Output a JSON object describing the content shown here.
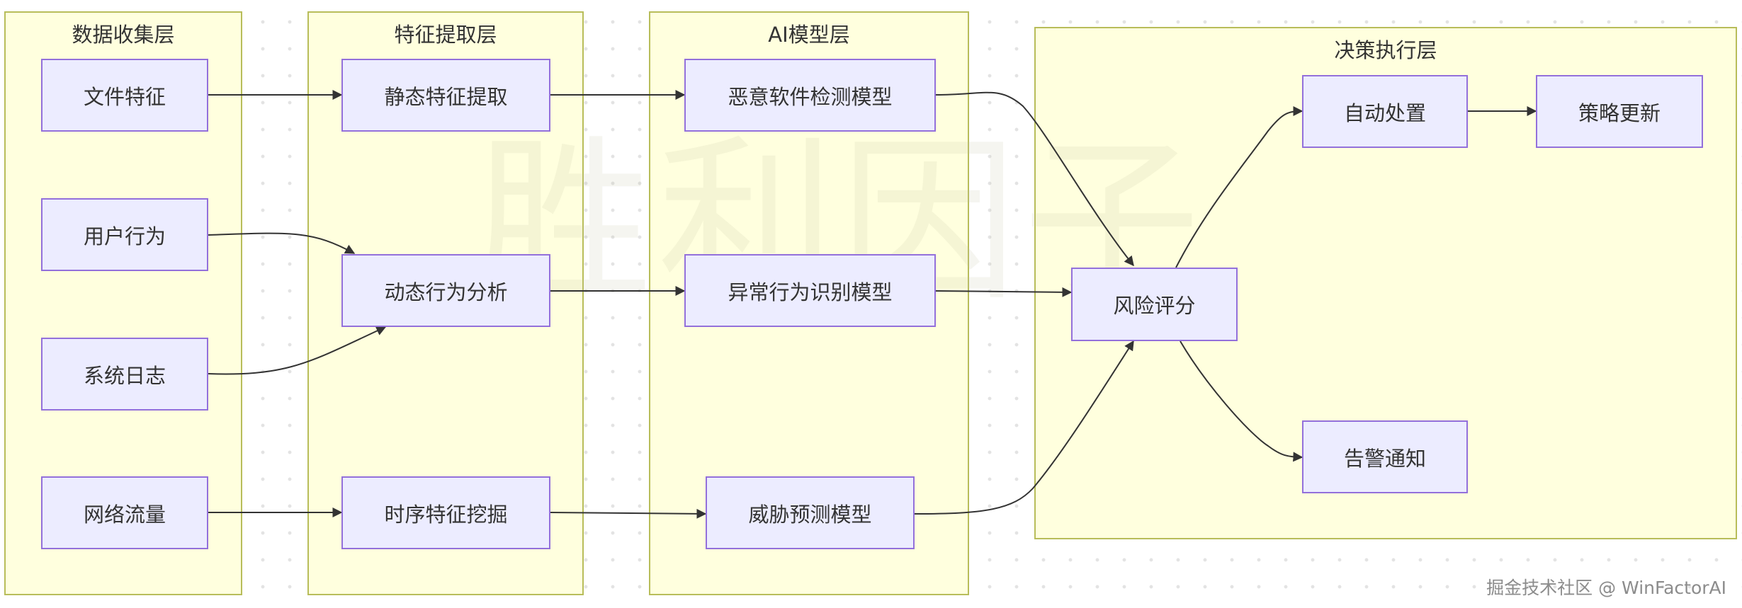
{
  "groups": {
    "data_collection": {
      "title": "数据收集层"
    },
    "feature_extraction": {
      "title": "特征提取层"
    },
    "ai_model": {
      "title": "AI模型层"
    },
    "decision": {
      "title": "决策执行层"
    }
  },
  "nodes": {
    "file_features": "文件特征",
    "user_behavior": "用户行为",
    "system_logs": "系统日志",
    "network_traffic": "网络流量",
    "static_extraction": "静态特征提取",
    "dynamic_analysis": "动态行为分析",
    "temporal_mining": "时序特征挖掘",
    "malware_model": "恶意软件检测模型",
    "anomaly_model": "异常行为识别模型",
    "threat_model": "威胁预测模型",
    "risk_score": "风险评分",
    "auto_response": "自动处置",
    "policy_update": "策略更新",
    "alert": "告警通知"
  },
  "edges": [
    [
      "file_features",
      "static_extraction"
    ],
    [
      "user_behavior",
      "dynamic_analysis"
    ],
    [
      "system_logs",
      "dynamic_analysis"
    ],
    [
      "network_traffic",
      "temporal_mining"
    ],
    [
      "static_extraction",
      "malware_model"
    ],
    [
      "dynamic_analysis",
      "anomaly_model"
    ],
    [
      "temporal_mining",
      "threat_model"
    ],
    [
      "malware_model",
      "risk_score"
    ],
    [
      "anomaly_model",
      "risk_score"
    ],
    [
      "threat_model",
      "risk_score"
    ],
    [
      "risk_score",
      "auto_response"
    ],
    [
      "risk_score",
      "alert"
    ],
    [
      "auto_response",
      "policy_update"
    ]
  ],
  "colors": {
    "group_fill": "#ffffde",
    "group_border": "#b8bd5a",
    "node_fill": "#ececff",
    "node_border": "#9370db",
    "edge": "#333333"
  },
  "watermark": "胜利因子",
  "credit": "掘金技术社区 @ WinFactorAI"
}
